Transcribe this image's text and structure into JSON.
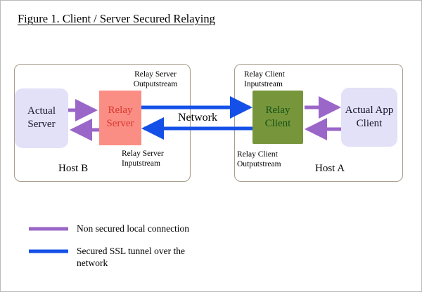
{
  "figure": {
    "title": "Figure 1. Client / Server Secured Relaying"
  },
  "hosts": [
    {
      "id": "host-b",
      "label": "Host B"
    },
    {
      "id": "host-a",
      "label": "Host A"
    }
  ],
  "nodes": [
    {
      "id": "actual-server",
      "label_line1": "Actual",
      "label_line2": "Server",
      "fill": "#e2e1f8",
      "text_color": "#14142e"
    },
    {
      "id": "relay-server",
      "label_line1": "Relay",
      "label_line2": "Server",
      "fill": "#fb8e84",
      "text_color": "#d8372f"
    },
    {
      "id": "relay-client",
      "label_line1": "Relay",
      "label_line2": "Client",
      "fill": "#77953a",
      "text_color": "#14531a"
    },
    {
      "id": "actual-app-client",
      "label_line1": "Actual App",
      "label_line2": "Client",
      "fill": "#e2e1f8",
      "text_color": "#14142e"
    }
  ],
  "stream_labels": {
    "relay_server_output": {
      "line1": "Relay Server",
      "line2": "Outputstream"
    },
    "relay_server_input": {
      "line1": "Relay Server",
      "line2": "Inputstream"
    },
    "relay_client_input": {
      "line1": "Relay Client",
      "line2": "Inputstream"
    },
    "relay_client_output": {
      "line1": "Relay Client",
      "line2": "Outputstream"
    }
  },
  "network": {
    "label": "Network"
  },
  "legend": {
    "items": [
      {
        "id": "legend-purple",
        "color": "#9a66c8",
        "line1": "Non secured local connection",
        "line2": ""
      },
      {
        "id": "legend-blue",
        "color": "#1450e8",
        "line1": "Secured SSL tunnel over the",
        "line2": "network"
      }
    ]
  },
  "colors": {
    "purple_arrow": "#9a66c8",
    "blue_arrow": "#1450e8",
    "host_border": "#a99e8e",
    "page_border": "#b9b9b9",
    "lavender_fill": "#e2e1f8",
    "salmon_fill": "#fb8e84",
    "green_fill": "#77953a"
  }
}
